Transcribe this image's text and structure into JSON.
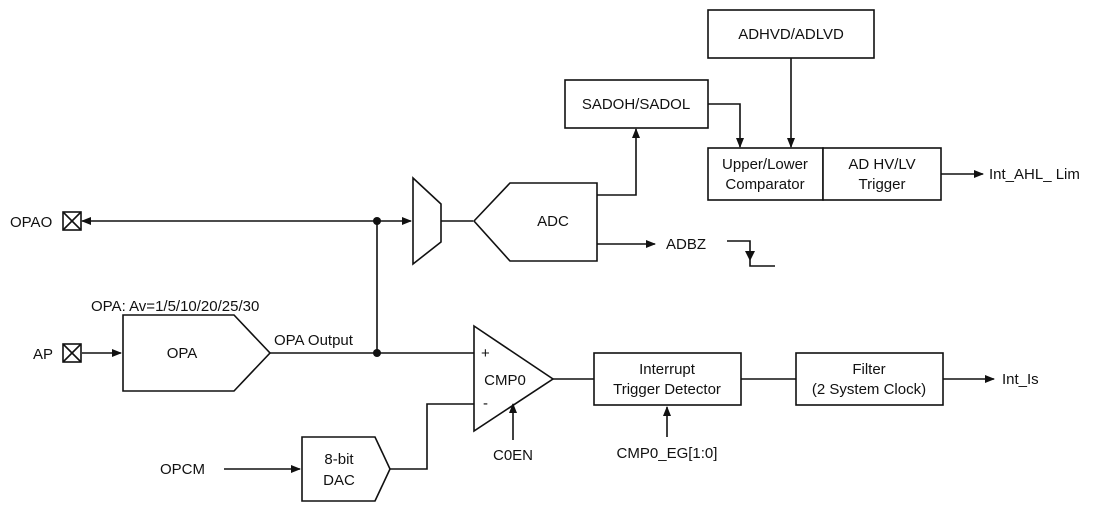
{
  "pins": {
    "opao": "OPAO",
    "ap": "AP",
    "opcm": "OPCM",
    "c0en": "C0EN",
    "cmp0_eg": "CMP0_EG[1:0]"
  },
  "blocks": {
    "adhvd_adlvd": "ADHVD/ADLVD",
    "sadoh_sadol": "SADOH/SADOL",
    "comparator_line1": "Upper/Lower",
    "comparator_line2": "Comparator",
    "trigger_line1": "AD HV/LV",
    "trigger_line2": "Trigger",
    "adc": "ADC",
    "opa": "OPA",
    "cmp0": "CMP0",
    "dac_line1": "8-bit",
    "dac_line2": "DAC",
    "interrupt_line1": "Interrupt",
    "interrupt_line2": "Trigger Detector",
    "filter_line1": "Filter",
    "filter_line2": "(2 System Clock)"
  },
  "signals": {
    "int_ahl_lim": "Int_AHL_ Lim",
    "adbz": "ADBZ",
    "opa_gain": "OPA: Av=1/5/10/20/25/30",
    "opa_output": "OPA Output",
    "int_is": "Int_Is",
    "plus": "+",
    "minus": "-"
  }
}
